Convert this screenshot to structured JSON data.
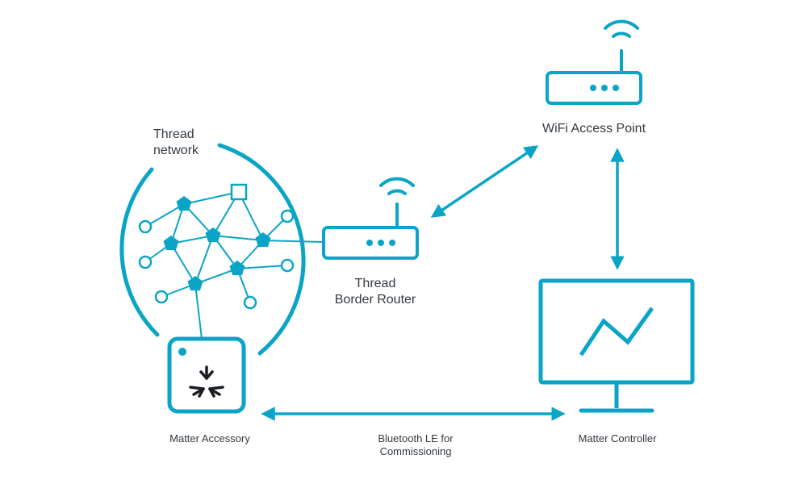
{
  "colors": {
    "accent": "#0aa5c6",
    "text": "#333a40",
    "logo": "#1b1e22"
  },
  "labels": {
    "thread_network_line1": "Thread",
    "thread_network_line2": "network",
    "wifi_access_point": "WiFi Access Point",
    "border_router_line1": "Thread",
    "border_router_line2": "Border Router",
    "matter_accessory": "Matter Accessory",
    "bluetooth_line1": "Bluetooth LE for",
    "bluetooth_line2": "Commissioning",
    "matter_controller": "Matter Controller"
  },
  "icons": {
    "router": "router-icon",
    "wifi": "wifi-signal-icon",
    "monitor": "monitor-icon",
    "accessory": "matter-logo-icon"
  }
}
